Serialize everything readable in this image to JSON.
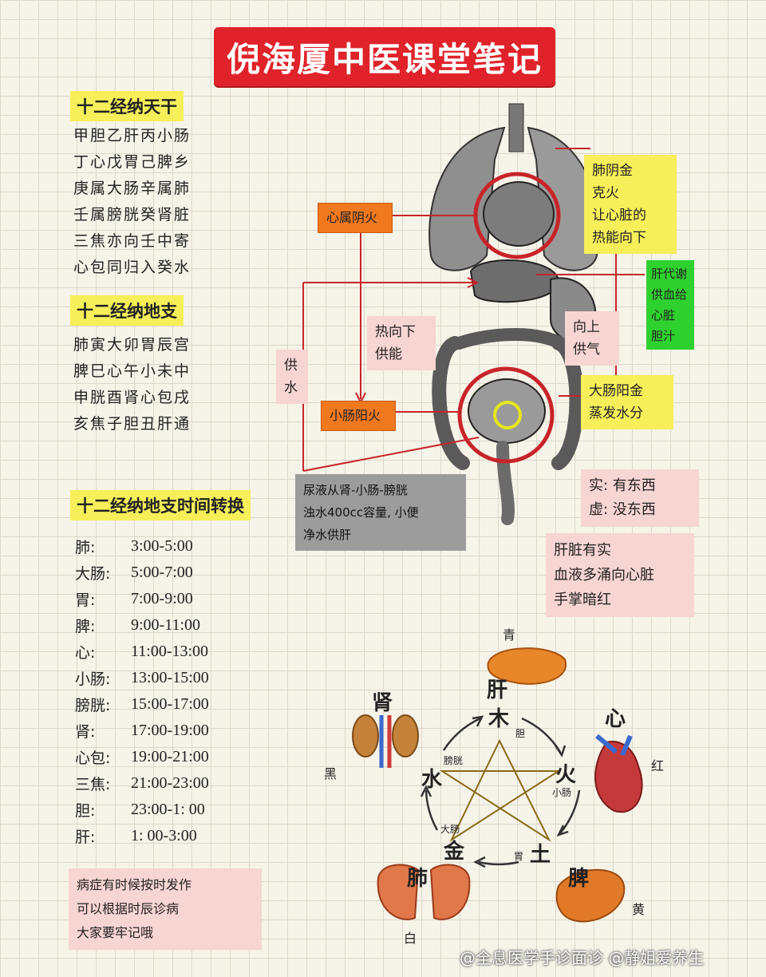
{
  "title": "倪海厦中医课堂笔记",
  "heavenly_stems": {
    "heading": "十二经纳天干",
    "lines": [
      "甲胆乙肝丙小肠",
      "丁心戊胃己脾乡",
      "庚属大肠辛属肺",
      "壬属膀胱癸肾脏",
      "三焦亦向壬中寄",
      "心包同归入癸水"
    ]
  },
  "earthly_branches": {
    "heading": "十二经纳地支",
    "lines": [
      "肺寅大卯胃辰宫",
      "脾巳心午小未中",
      "申胱酉肾心包戌",
      "亥焦子胆丑肝通"
    ]
  },
  "time_table": {
    "heading": "十二经纳地支时间转换",
    "rows": [
      {
        "organ": "肺:",
        "time": "3:00-5:00"
      },
      {
        "organ": "大肠:",
        "time": "5:00-7:00"
      },
      {
        "organ": "胃:",
        "time": "7:00-9:00"
      },
      {
        "organ": "脾:",
        "time": "9:00-11:00"
      },
      {
        "organ": "心:",
        "time": "11:00-13:00"
      },
      {
        "organ": "小肠:",
        "time": "13:00-15:00"
      },
      {
        "organ": "膀胱:",
        "time": "15:00-17:00"
      },
      {
        "organ": "肾:",
        "time": "17:00-19:00"
      },
      {
        "organ": "心包:",
        "time": "19:00-21:00"
      },
      {
        "organ": "三焦:",
        "time": "21:00-23:00"
      },
      {
        "organ": "胆:",
        "time": "23:00-1: 00"
      },
      {
        "organ": "肝:",
        "time": "1: 00-3:00"
      }
    ]
  },
  "note_box": [
    "病症有时候按时发作",
    "可以根据时辰诊病",
    "大家要牢记哦"
  ],
  "diagram": {
    "lung_metal": [
      "肺阴金",
      "克火",
      "让心脏的",
      "热能向下"
    ],
    "heart_fire": "心属阴火",
    "liver_note": [
      "肝代谢",
      "供血给",
      "心脏",
      "胆汁"
    ],
    "heat_down": [
      "热向下",
      "供能"
    ],
    "rise_up": [
      "向上",
      "供气"
    ],
    "supply_water": [
      "供",
      "水"
    ],
    "small_int_fire": "小肠阳火",
    "large_int_metal": [
      "大肠阳金",
      "蒸发水分"
    ],
    "urine_box": [
      "尿液从肾-小肠-膀胱",
      "浊水400cc容量, 小便",
      "净水供肝"
    ],
    "shi_xu": [
      "实: 有东西",
      "虚: 没东西"
    ],
    "liver_shi": [
      "肝脏有实",
      "血液多涌向心脏",
      "手掌暗红"
    ]
  },
  "five_elements": {
    "colors": {
      "top": "青",
      "right": "红",
      "left": "黑",
      "bottom_right": "黄",
      "bottom": "白"
    },
    "organs": {
      "liver": "肝",
      "heart": "心",
      "kidney": "肾",
      "spleen": "脾",
      "lung": "肺"
    },
    "elements": {
      "wood": "木",
      "fire": "火",
      "earth": "土",
      "metal": "金",
      "water": "水"
    },
    "small_labels": {
      "gall": "胆",
      "small_int": "小肠",
      "stomach": "胃",
      "large_int": "大肠",
      "bladder": "膀胱"
    }
  },
  "footer": "@全息医学手诊面诊 @静姐爱养生",
  "accent_colors": {
    "title_red": "#e0222a",
    "highlight_yellow": "#f6ef5a",
    "orange": "#f0781e",
    "pink": "#f6d5d2",
    "green": "#2fd12f"
  }
}
